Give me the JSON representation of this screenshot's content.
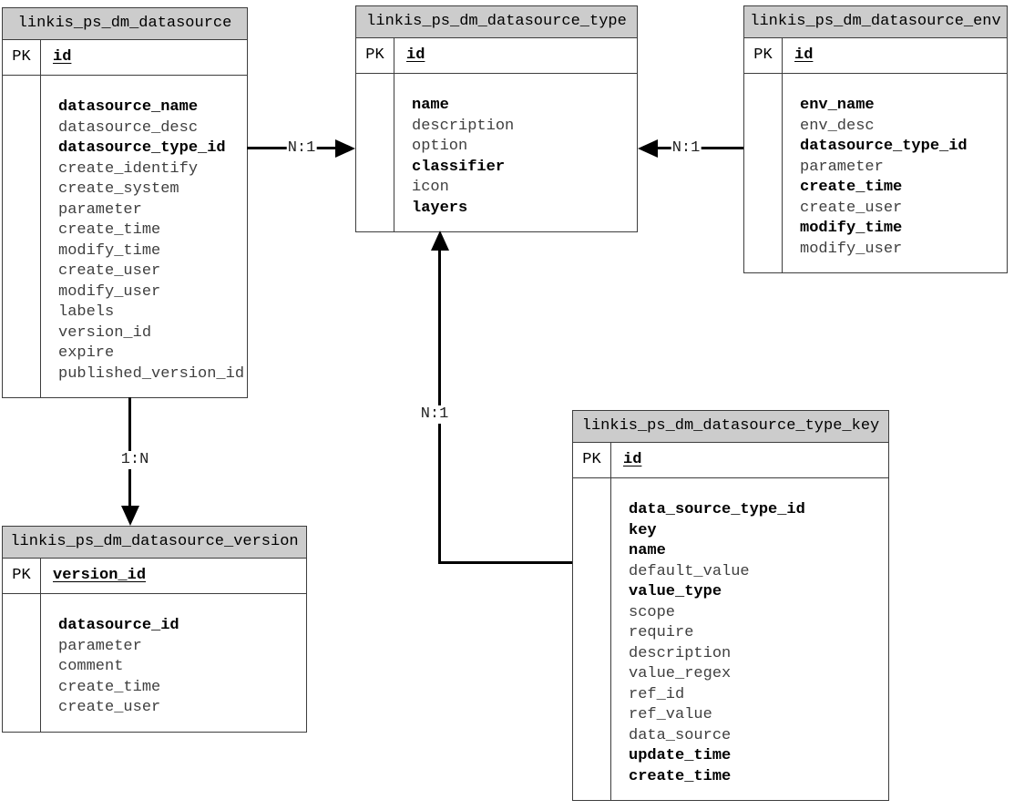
{
  "diagram": {
    "colors": {
      "header_bg": "#cccccc",
      "border": "#3d3d3d",
      "line": "#000000",
      "field_regular": "#3f3f3f",
      "field_bold": "#000000"
    },
    "tables": [
      {
        "title": "linkis_ps_dm_datasource",
        "pk_label": "PK",
        "pk_field": "id",
        "fields": [
          {
            "name": "datasource_name",
            "bold": true
          },
          {
            "name": "datasource_desc",
            "bold": false
          },
          {
            "name": "datasource_type_id",
            "bold": true
          },
          {
            "name": "create_identify",
            "bold": false
          },
          {
            "name": "create_system",
            "bold": false
          },
          {
            "name": "parameter",
            "bold": false
          },
          {
            "name": "create_time",
            "bold": false
          },
          {
            "name": "modify_time",
            "bold": false
          },
          {
            "name": "create_user",
            "bold": false
          },
          {
            "name": "modify_user",
            "bold": false
          },
          {
            "name": "labels",
            "bold": false
          },
          {
            "name": "version_id",
            "bold": false
          },
          {
            "name": "expire",
            "bold": false
          },
          {
            "name": "published_version_id",
            "bold": false
          }
        ]
      },
      {
        "title": "linkis_ps_dm_datasource_type",
        "pk_label": "PK",
        "pk_field": "id",
        "fields": [
          {
            "name": "name",
            "bold": true
          },
          {
            "name": "description",
            "bold": false
          },
          {
            "name": "option",
            "bold": false
          },
          {
            "name": "classifier",
            "bold": true
          },
          {
            "name": "icon",
            "bold": false
          },
          {
            "name": "layers",
            "bold": true
          }
        ]
      },
      {
        "title": "linkis_ps_dm_datasource_env",
        "pk_label": "PK",
        "pk_field": "id",
        "fields": [
          {
            "name": "env_name",
            "bold": true
          },
          {
            "name": "env_desc",
            "bold": false
          },
          {
            "name": "datasource_type_id",
            "bold": true
          },
          {
            "name": "parameter",
            "bold": false
          },
          {
            "name": "create_time",
            "bold": true
          },
          {
            "name": "create_user",
            "bold": false
          },
          {
            "name": "modify_time",
            "bold": true
          },
          {
            "name": "modify_user",
            "bold": false
          }
        ]
      },
      {
        "title": "linkis_ps_dm_datasource_version",
        "pk_label": "PK",
        "pk_field": "version_id",
        "fields": [
          {
            "name": "datasource_id",
            "bold": true
          },
          {
            "name": "parameter",
            "bold": false
          },
          {
            "name": "comment",
            "bold": false
          },
          {
            "name": "create_time",
            "bold": false
          },
          {
            "name": "create_user",
            "bold": false
          }
        ]
      },
      {
        "title": "linkis_ps_dm_datasource_type_key",
        "pk_label": "PK",
        "pk_field": "id",
        "fields": [
          {
            "name": "data_source_type_id",
            "bold": true
          },
          {
            "name": "key",
            "bold": true
          },
          {
            "name": "name",
            "bold": true
          },
          {
            "name": "default_value",
            "bold": false
          },
          {
            "name": "value_type",
            "bold": true
          },
          {
            "name": "scope",
            "bold": false
          },
          {
            "name": "require",
            "bold": false
          },
          {
            "name": "description",
            "bold": false
          },
          {
            "name": "value_regex",
            "bold": false
          },
          {
            "name": "ref_id",
            "bold": false
          },
          {
            "name": "ref_value",
            "bold": false
          },
          {
            "name": "data_source",
            "bold": false
          },
          {
            "name": "update_time",
            "bold": true
          },
          {
            "name": "create_time",
            "bold": true
          }
        ]
      }
    ],
    "relationships": [
      {
        "label": "N:1",
        "from": "linkis_ps_dm_datasource",
        "to": "linkis_ps_dm_datasource_type"
      },
      {
        "label": "N:1",
        "from": "linkis_ps_dm_datasource_env",
        "to": "linkis_ps_dm_datasource_type"
      },
      {
        "label": "1:N",
        "from": "linkis_ps_dm_datasource",
        "to": "linkis_ps_dm_datasource_version"
      },
      {
        "label": "N:1",
        "from": "linkis_ps_dm_datasource_type_key",
        "to": "linkis_ps_dm_datasource_type"
      }
    ]
  }
}
